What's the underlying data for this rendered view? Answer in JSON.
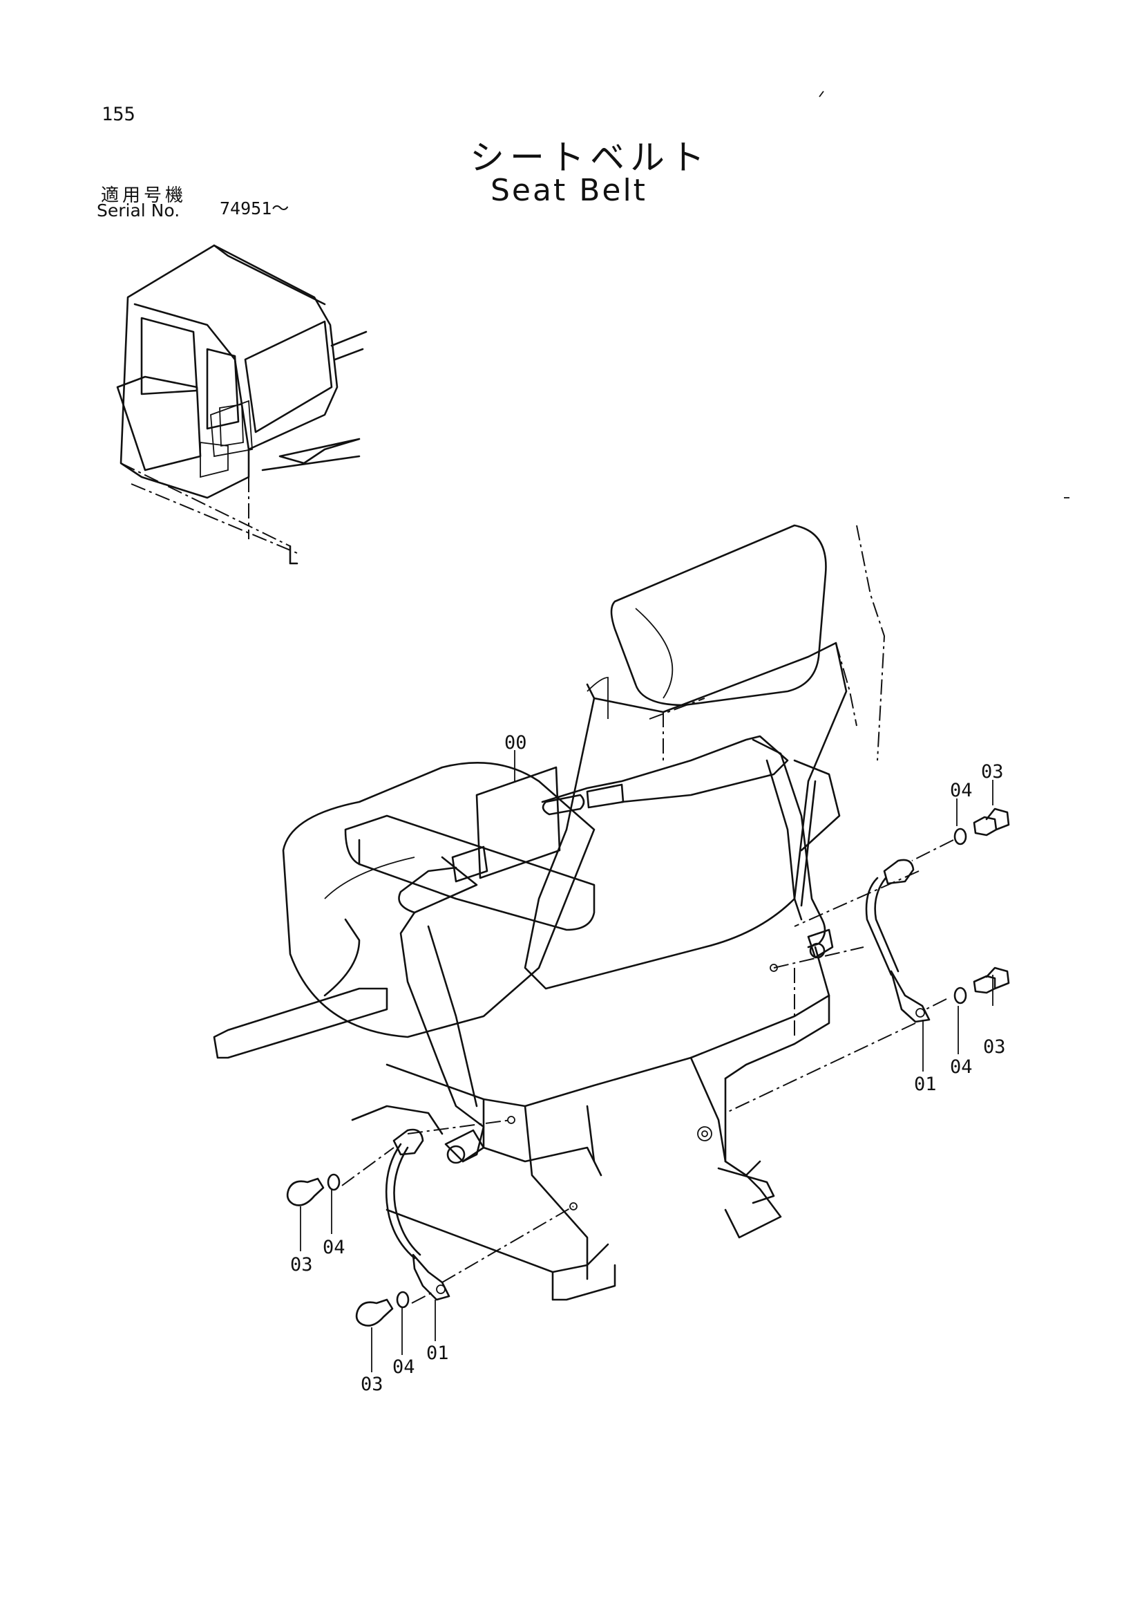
{
  "header": {
    "page_number": "155",
    "title_jp": "シートベルト",
    "title_en": "Seat Belt",
    "serial_label_jp": "適用号機",
    "serial_label_en": "Serial No.",
    "serial_value": "74951～"
  },
  "callouts": [
    {
      "id": "00",
      "text": "00"
    },
    {
      "id": "04-upper-right",
      "text": "04"
    },
    {
      "id": "03-upper-right",
      "text": "03"
    },
    {
      "id": "03-mid-right",
      "text": "03"
    },
    {
      "id": "04-mid-right",
      "text": "04"
    },
    {
      "id": "01-mid-right",
      "text": "01"
    },
    {
      "id": "03-left",
      "text": "03"
    },
    {
      "id": "04-left",
      "text": "04"
    },
    {
      "id": "03-bottom",
      "text": "03"
    },
    {
      "id": "04-bottom",
      "text": "04"
    },
    {
      "id": "01-bottom",
      "text": "01"
    }
  ]
}
